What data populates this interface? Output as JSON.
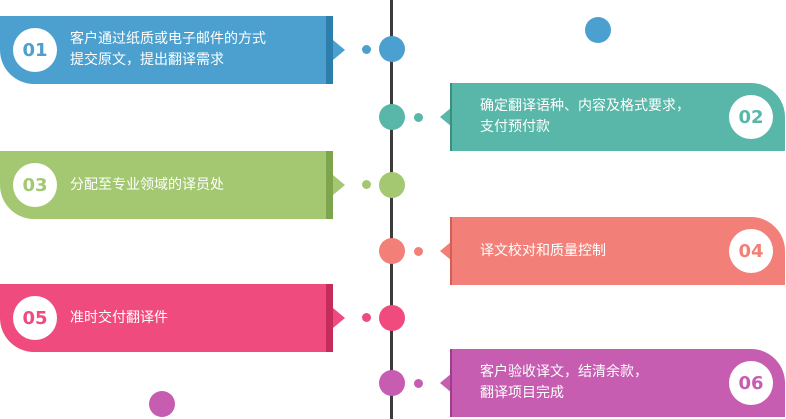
{
  "colors": {
    "line": "#3c3c3c",
    "step1": "#4ba0cf",
    "step1_dark": "#2c7fad",
    "step2": "#58b7a8",
    "step2_dark": "#3b8f82",
    "step3": "#a3c871",
    "step3_dark": "#7ea54d",
    "step4": "#f28078",
    "step4_dark": "#d45d55",
    "step5": "#ef4b7e",
    "step5_dark": "#c52b5b",
    "step6": "#c65db0",
    "step6_dark": "#9e3d8b"
  },
  "steps": [
    {
      "number": "01",
      "text": "客户通过纸质或电子邮件的方式\n提交原文，提出翻译需求"
    },
    {
      "number": "02",
      "text": "确定翻译语种、内容及格式要求，\n支付预付款"
    },
    {
      "number": "03",
      "text": "分配至专业领域的译员处"
    },
    {
      "number": "04",
      "text": "译文校对和质量控制"
    },
    {
      "number": "05",
      "text": "准时交付翻译件"
    },
    {
      "number": "06",
      "text": "客户验收译文，结清余款，\n翻译项目完成"
    }
  ]
}
